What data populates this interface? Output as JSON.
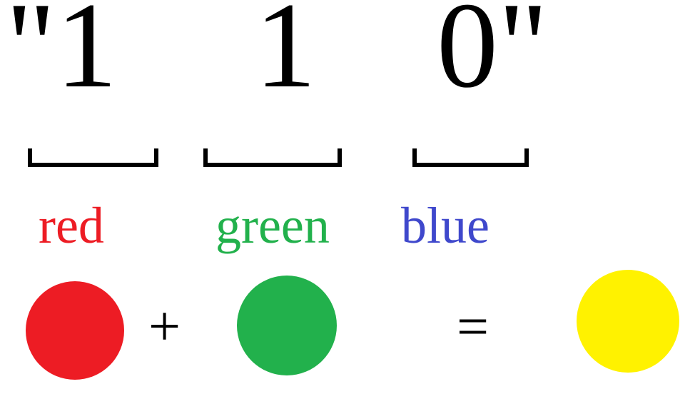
{
  "bits": {
    "first": "\"1",
    "second": "1",
    "third": "0\""
  },
  "channels": {
    "red": {
      "label": "red",
      "color": "#ed1c24"
    },
    "green": {
      "label": "green",
      "color": "#22b14c"
    },
    "blue": {
      "label": "blue",
      "color": "#3f48cc"
    }
  },
  "equation": {
    "plus": "+",
    "equals": "=",
    "left_color": "#ed1c24",
    "right_color": "#22b14c",
    "result_color": "#fff200"
  }
}
